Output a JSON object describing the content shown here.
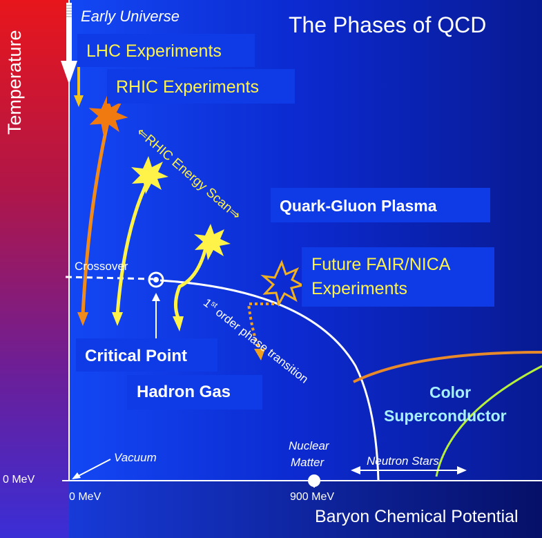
{
  "title": "The Phases of QCD",
  "axes": {
    "y_label": "Temperature",
    "x_label": "Baryon Chemical Potential",
    "y_tick_0": "0 MeV",
    "x_tick_0": "0 MeV",
    "x_tick_900": "900 MeV"
  },
  "labels": {
    "early_universe": "Early Universe",
    "lhc": "LHC Experiments",
    "rhic": "RHIC Experiments",
    "energy_scan": "⇐RHIC Energy Scan⇒",
    "qgp": "Quark-Gluon Plasma",
    "fair_nica_1": "Future FAIR/NICA",
    "fair_nica_2": "Experiments",
    "crossover": "Crossover",
    "critical_point": "Critical Point",
    "hadron_gas": "Hadron Gas",
    "first_order": "1st order phase transition",
    "color_sc_1": "Color",
    "color_sc_2": "Superconductor",
    "vacuum": "Vacuum",
    "nuclear_1": "Nuclear",
    "nuclear_2": "Matter",
    "neutron_stars": "Neutron Stars"
  },
  "colors": {
    "background": "#0a1a8c",
    "label_box": "#0f3be6",
    "yellow_text": "#fff34a",
    "orange_line": "#e8892a",
    "green_line": "#b6f03a",
    "color_sc_text": "#a8f0ff"
  }
}
